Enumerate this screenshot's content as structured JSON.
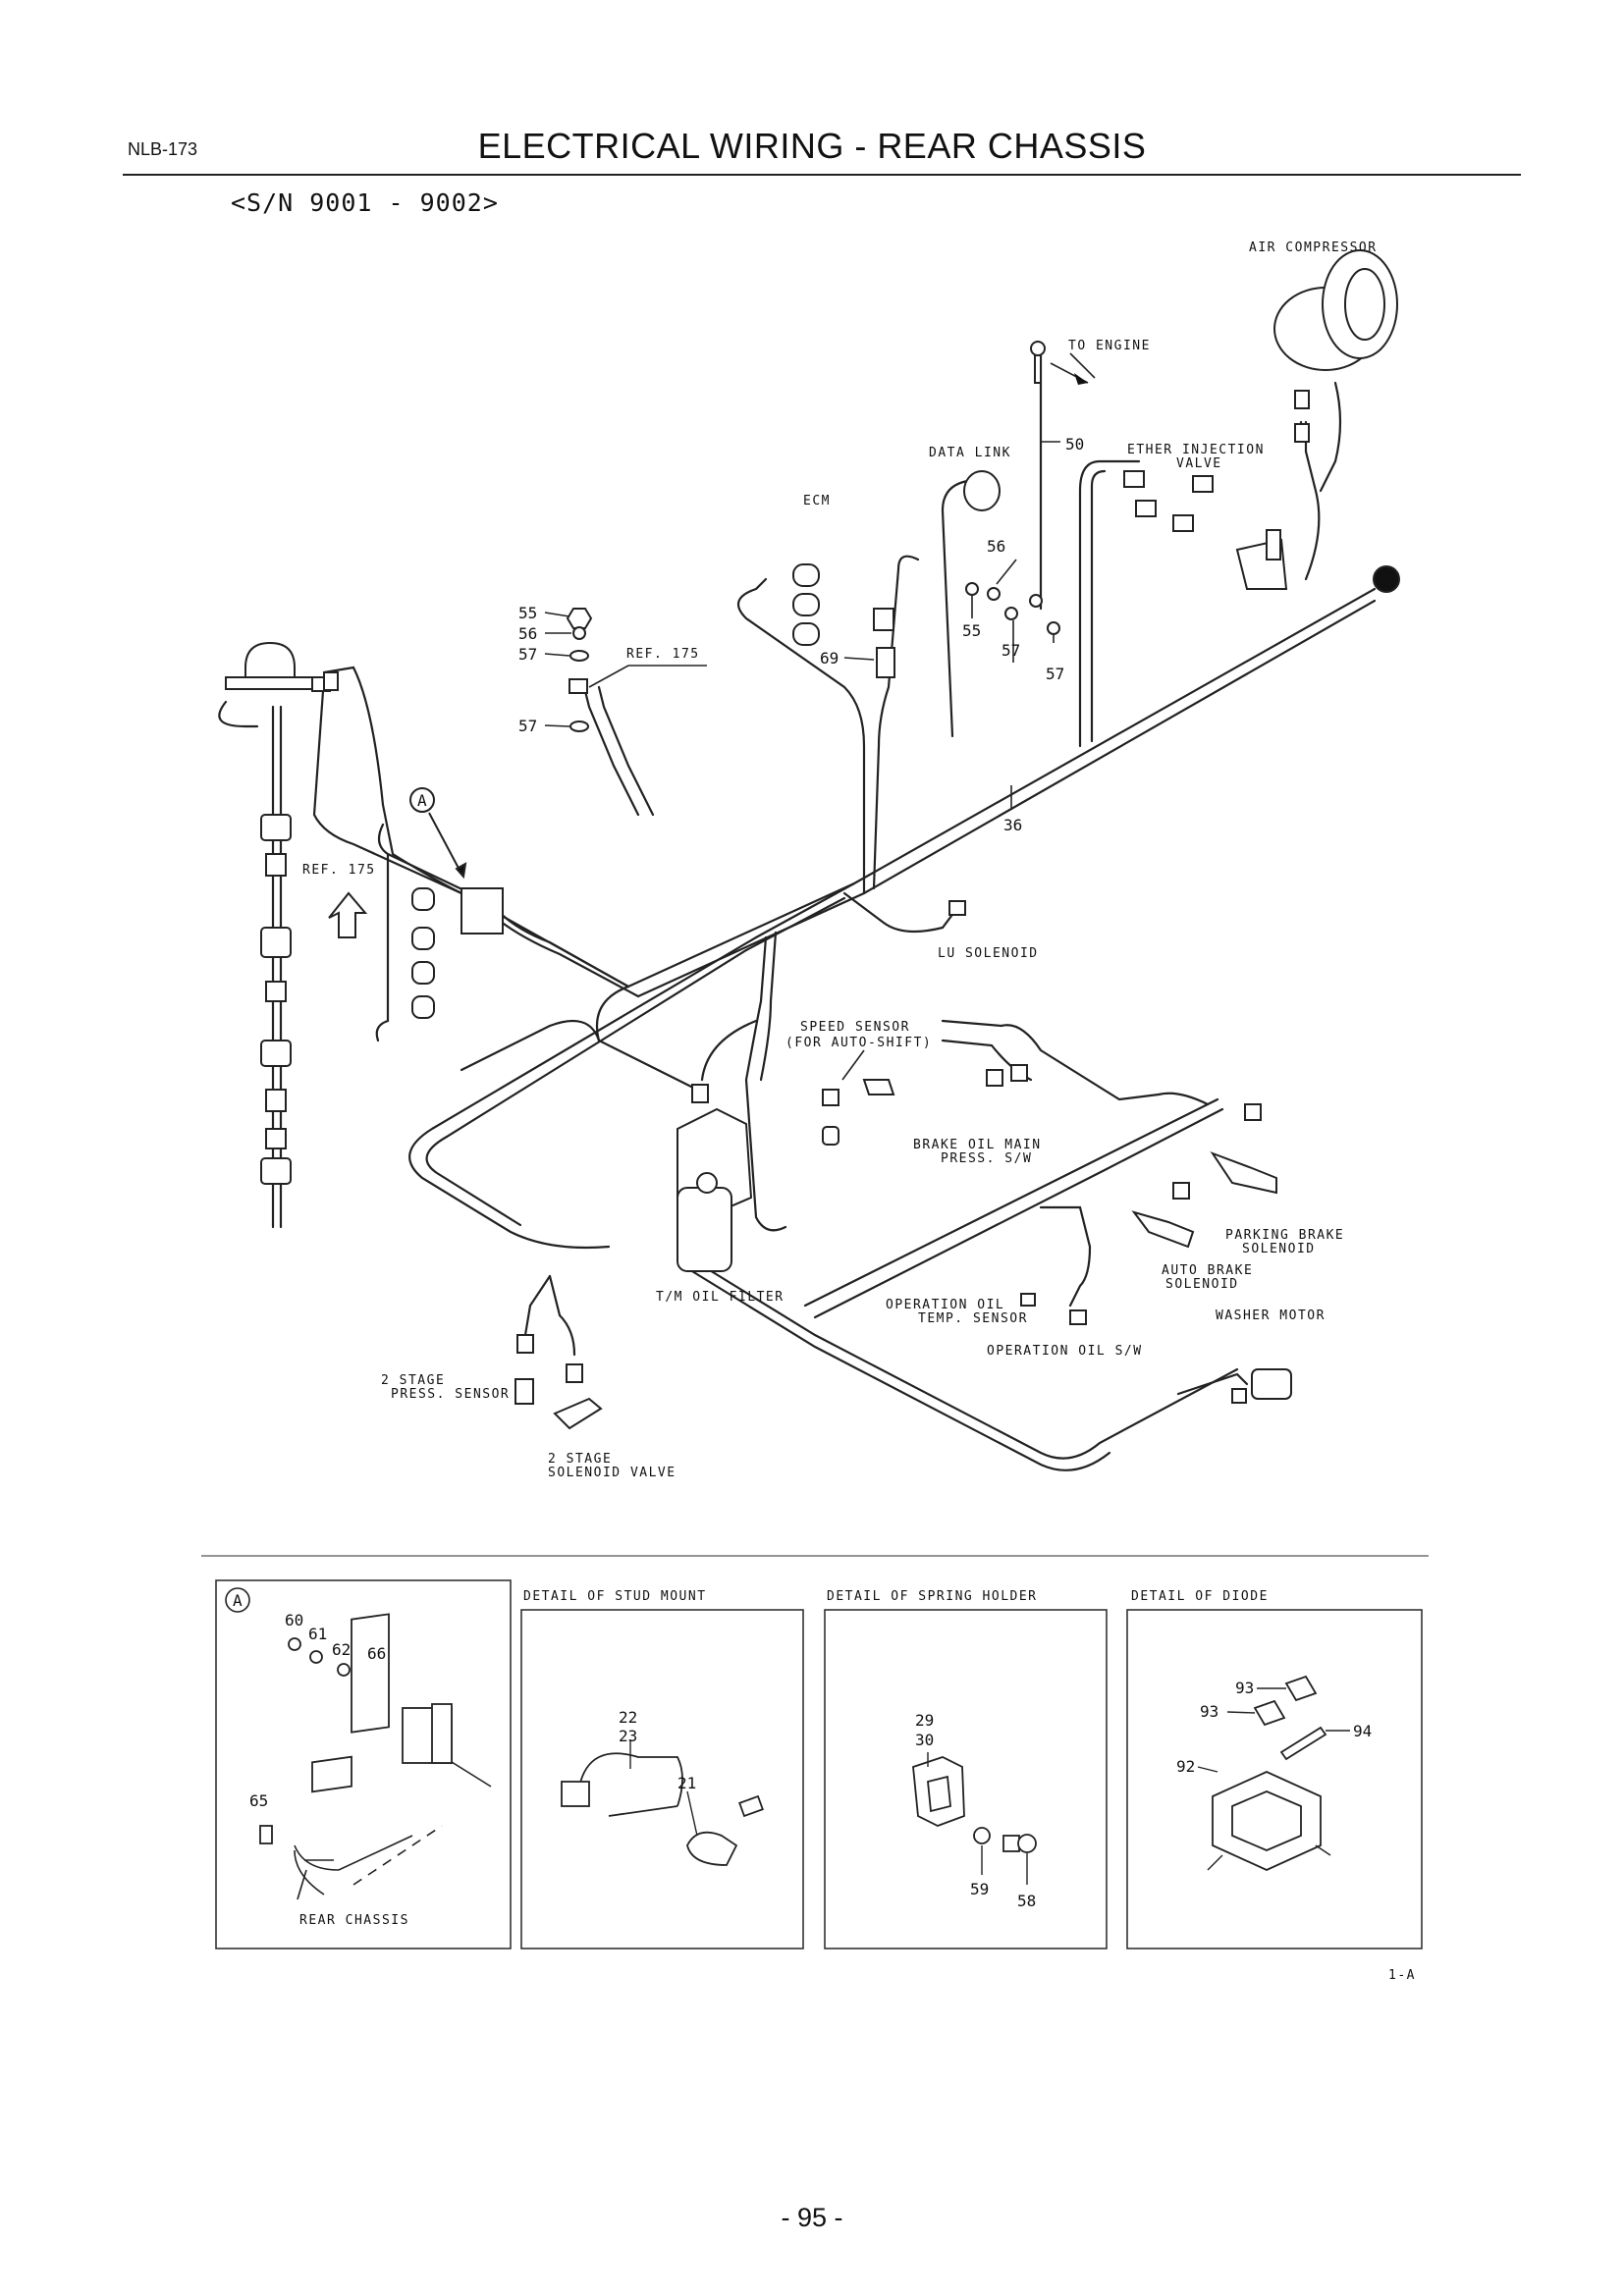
{
  "header": {
    "code": "NLB-173",
    "title": "ELECTRICAL WIRING - REAR CHASSIS",
    "serial": "<S/N 9001 - 9002>"
  },
  "labels": {
    "air_compressor": "AIR COMPRESSOR",
    "to_engine": "TO ENGINE",
    "data_link": "DATA LINK",
    "ether_injection_1": "ETHER INJECTION",
    "ether_injection_2": "VALVE",
    "ecm": "ECM",
    "ref_175_a": "REF. 175",
    "ref_175_b": "REF. 175",
    "lu_solenoid": "LU SOLENOID",
    "speed_sensor_1": "SPEED SENSOR",
    "speed_sensor_2": "(FOR AUTO-SHIFT)",
    "brake_oil_1": "BRAKE OIL MAIN",
    "brake_oil_2": "PRESS. S/W",
    "parking_brake_1": "PARKING BRAKE",
    "parking_brake_2": "SOLENOID",
    "auto_brake_1": "AUTO BRAKE",
    "auto_brake_2": "SOLENOID",
    "washer_motor": "WASHER MOTOR",
    "tm_oil_filter": "T/M OIL FILTER",
    "op_oil_temp_1": "OPERATION OIL",
    "op_oil_temp_2": "TEMP. SENSOR",
    "op_oil_sw": "OPERATION OIL S/W",
    "two_stage_press_1": "2 STAGE",
    "two_stage_press_2": "PRESS. SENSOR",
    "two_stage_sol_1": "2 STAGE",
    "two_stage_sol_2": "SOLENOID VALVE",
    "marker_a": "A"
  },
  "callouts": {
    "n50": "50",
    "n56a": "56",
    "n55a": "55",
    "n57a": "57",
    "n57b": "57",
    "n69": "69",
    "n55b": "55",
    "n56b": "56",
    "n57c": "57",
    "n57d": "57",
    "n36": "36"
  },
  "details": {
    "a": {
      "marker": "A",
      "rear_chassis": "REAR CHASSIS",
      "n60": "60",
      "n61": "61",
      "n62": "62",
      "n66": "66",
      "n65": "65"
    },
    "stud_mount": {
      "title": "DETAIL OF STUD MOUNT",
      "n22": "22",
      "n23": "23",
      "n21": "21"
    },
    "spring_holder": {
      "title": "DETAIL OF SPRING HOLDER",
      "n29": "29",
      "n30": "30",
      "n59": "59",
      "n58": "58"
    },
    "diode": {
      "title": "DETAIL OF DIODE",
      "n93a": "93",
      "n93b": "93",
      "n94": "94",
      "n92": "92"
    }
  },
  "figure_ref": "1-A",
  "page_number": "- 95 -"
}
